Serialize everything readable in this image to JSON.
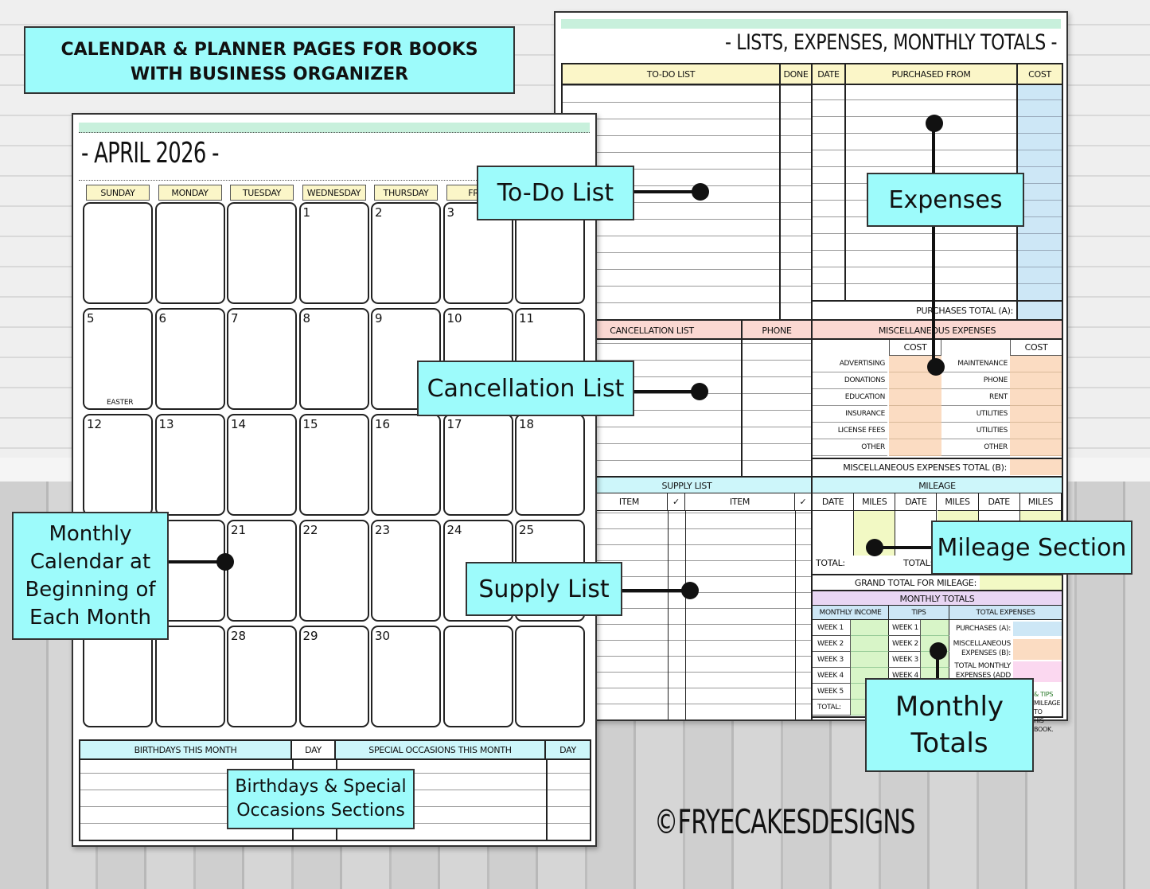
{
  "banner": {
    "line1": "CALENDAR & PLANNER PAGES FOR BOOKS",
    "line2": "WITH BUSINESS ORGANIZER"
  },
  "calendar": {
    "title": "- APRIL 2026 -",
    "weekdays": [
      "SUNDAY",
      "MONDAY",
      "TUESDAY",
      "WEDNESDAY",
      "THURSDAY",
      "FRID"
    ],
    "days": [
      "1",
      "2",
      "3",
      "5",
      "6",
      "7",
      "8",
      "9",
      "10",
      "11",
      "12",
      "13",
      "14",
      "15",
      "16",
      "17",
      "18",
      "21",
      "22",
      "23",
      "24",
      "25",
      "28",
      "29",
      "30"
    ],
    "easter": "EASTER",
    "birthdays_header": "BIRTHDAYS THIS MONTH",
    "day_header": "DAY",
    "special_header": "SPECIAL OCCASIONS THIS MONTH",
    "day_header2": "DAY"
  },
  "organizer": {
    "title": "- LISTS, EXPENSES, MONTHLY TOTALS -",
    "todo_header": "TO-DO LIST",
    "done_header": "DONE",
    "date_header": "DATE",
    "purchased_header": "PURCHASED FROM",
    "cost_header": "COST",
    "purchases_total": "PURCHASES TOTAL (A):",
    "cancel_header": "CANCELLATION LIST",
    "phone_header": "PHONE",
    "misc_header": "MISCELLANEOUS EXPENSES",
    "misc_cost1": "COST",
    "misc_cost2": "COST",
    "misc_left": [
      "ADVERTISING",
      "DONATIONS",
      "EDUCATION",
      "INSURANCE",
      "LICENSE FEES",
      "OTHER"
    ],
    "misc_right": [
      "MAINTENANCE",
      "PHONE",
      "RENT",
      "UTILITIES",
      "UTILITIES",
      "OTHER"
    ],
    "misc_total": "MISCELLANEOUS EXPENSES TOTAL (B):",
    "supply_header": "SUPPLY LIST",
    "item1": "ITEM",
    "check1": "✓",
    "item2": "ITEM",
    "check2": "✓",
    "mileage_header": "MILEAGE",
    "mileage_cols": [
      "DATE",
      "MILES",
      "DATE",
      "MILES",
      "DATE",
      "MILES"
    ],
    "total1": "TOTAL:",
    "total2": "TOTAL:",
    "grand_total": "GRAND TOTAL FOR MILEAGE:",
    "monthly_totals": "MONTHLY TOTALS",
    "monthly_income": "MONTHLY INCOME",
    "tips": "TIPS",
    "total_expenses": "TOTAL EXPENSES",
    "weeks": [
      "WEEK 1",
      "WEEK 2",
      "WEEK 3",
      "WEEK 4",
      "WEEK 5",
      "TOTAL:"
    ],
    "tip_weeks": [
      "WEEK 1",
      "WEEK 2",
      "WEEK 3",
      "WEEK 4"
    ],
    "exp_purchases": "PURCHASES (A):",
    "exp_misc1": "MISCELLANEOUS",
    "exp_misc2": "EXPENSES (B):",
    "exp_total1": "TOTAL MONTHLY",
    "exp_total2": "EXPENSES (ADD A+B):",
    "note1": "& TIPS",
    "note2": "MILEAGE TO",
    "note3": "HIS BOOK."
  },
  "callouts": {
    "todo": "To-Do List",
    "expenses": "Expenses",
    "cancellation": "Cancellation List",
    "mileage": "Mileage Section",
    "supply": "Supply List",
    "monthly_calendar": [
      "Monthly",
      "Calendar at",
      "Beginning of",
      "Each Month"
    ],
    "monthly_totals": [
      "Monthly",
      "Totals"
    ],
    "birthdays": [
      "Birthdays & Special",
      "Occasions Sections"
    ]
  },
  "copyright": "©FRYECAKESDESIGNS",
  "colors": {
    "aqua": "#9dfbfb",
    "yellow": "#fbf6c8",
    "blue": "#cde7f6",
    "peach": "#fbdcc2",
    "pink": "#fbd8d2",
    "green": "#d8f5c8",
    "lavender": "#e8d6f3",
    "mint": "#c8f0dc",
    "lime": "#f2f9c4"
  }
}
